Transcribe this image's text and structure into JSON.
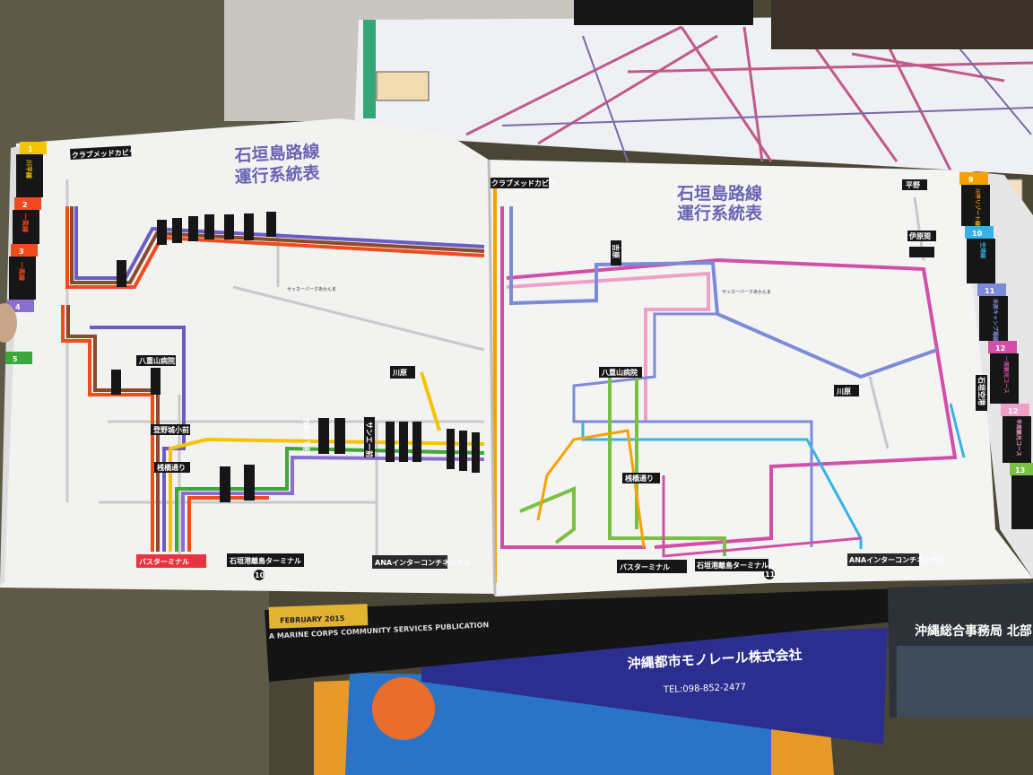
{
  "left_page": {
    "title_line1": "石垣島路線",
    "title_line2": "運行系統表",
    "top_stop": "クラブメッドカビラ",
    "soccer_park": "サッカーパークあかんま",
    "hospital": "八重山病院",
    "school": "登野城小前",
    "pier": "桟橋通り",
    "kawahara": "川原",
    "sanei": "サンエー前",
    "kanehide": "かねひで前",
    "bus_terminal": "バスターミナル",
    "port_terminal": "石垣港離島ターミナル",
    "ana_hotel": "ANAインターコンチネンタル",
    "page_number": "10",
    "route_tabs": [
      {
        "number": "1",
        "name": "川平線",
        "color": "#f5c400"
      },
      {
        "number": "2",
        "name": "一周線",
        "color": "#f04a1e"
      },
      {
        "number": "3",
        "name": "一周線",
        "color": "#f04a1e"
      },
      {
        "number": "4",
        "name": "",
        "color": "#8a6fd0"
      },
      {
        "number": "5",
        "name": "",
        "color": "#3aa83a"
      }
    ]
  },
  "right_page": {
    "title_line1": "石垣島路線",
    "title_line2": "運行系統表",
    "top_stop": "クラブメッドカビラ",
    "hirano": "平野",
    "iharama": "伊原間",
    "yoshihara": "吉原",
    "soccer_park": "サッカーパークあかんま",
    "hospital": "八重山病院",
    "pier": "桟橋通り",
    "kawahara": "川原",
    "airport": "石垣空港",
    "bus_terminal": "バスターミナル",
    "port_terminal": "石垣港離島ターミナル",
    "ana_hotel": "ANAインターコンチネンタル",
    "page_number": "11",
    "route_tabs": [
      {
        "number": "9",
        "name": "川平リゾート線",
        "color": "#f5a200"
      },
      {
        "number": "10",
        "name": "空港線",
        "color": "#35b3e8"
      },
      {
        "number": "11",
        "name": "米原キャンプ場線",
        "color": "#7c8bd8"
      },
      {
        "number": "12",
        "name": "一周観光コース",
        "color": "#d24fa8"
      },
      {
        "number": "12",
        "name": "半周観光コース",
        "color": "#f0a0c8"
      },
      {
        "number": "13",
        "name": "",
        "color": "#7ac143"
      }
    ]
  },
  "magazines": {
    "date": "FEBRUARY 2015",
    "publication": "A MARINE CORPS COMMUNITY SERVICES PUBLICATION",
    "monorail_company": "沖縄都市モノレール株式会社",
    "monorail_tel": "TEL:098-852-2477",
    "okinawa_office": "沖縄総合事務局 北部"
  }
}
